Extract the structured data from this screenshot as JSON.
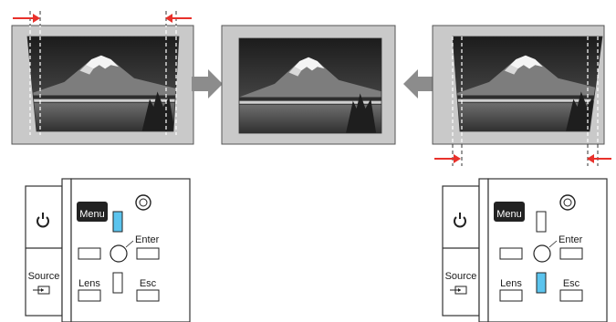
{
  "diagram": {
    "panels": [
      {
        "id": "left",
        "correction": "left edge narrowed (keystone)"
      },
      {
        "id": "center",
        "correction": "corrected image"
      },
      {
        "id": "right",
        "correction": "right edge narrowed (keystone)"
      }
    ]
  },
  "control_panel_left": {
    "menu_label": "Menu",
    "enter_label": "Enter",
    "lens_label": "Lens",
    "esc_label": "Esc",
    "source_label": "Source",
    "highlighted_button": "up",
    "highlight_color": "#5bc4ee"
  },
  "control_panel_right": {
    "menu_label": "Menu",
    "enter_label": "Enter",
    "lens_label": "Lens",
    "esc_label": "Esc",
    "source_label": "Source",
    "highlighted_button": "down",
    "highlight_color": "#5bc4ee"
  },
  "colors": {
    "arrow_red": "#e8312b",
    "frame_gray": "#c9c9c9",
    "flow_arrow": "#8c8c8c",
    "dashed_guide": "#ffffff"
  }
}
